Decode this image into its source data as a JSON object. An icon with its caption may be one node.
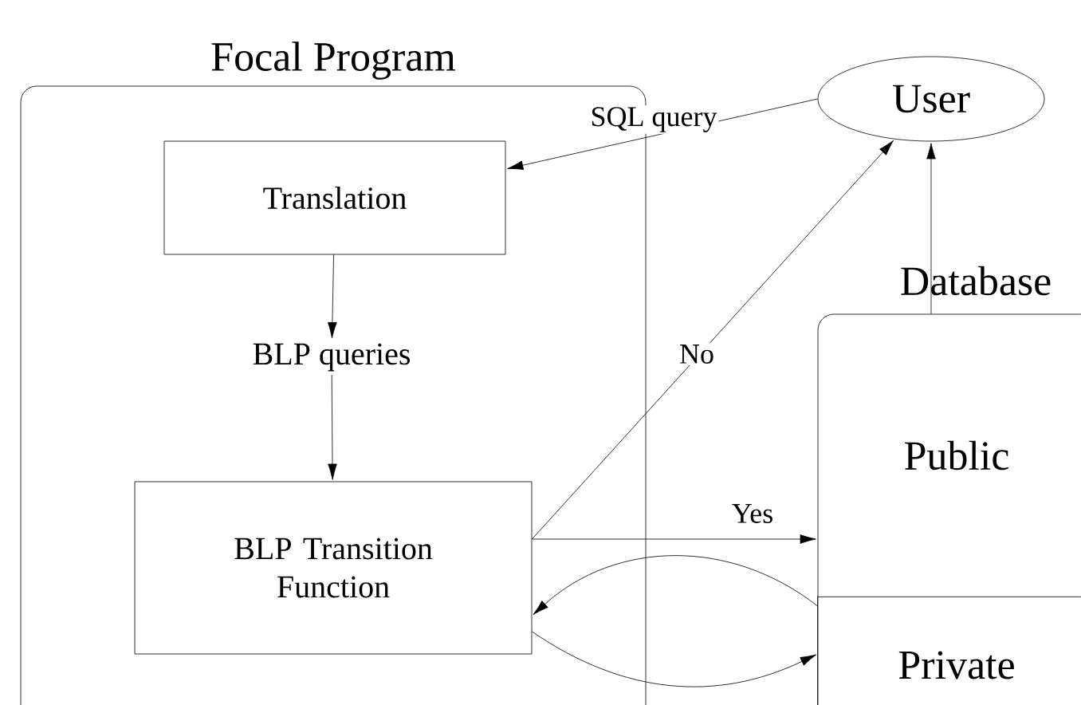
{
  "diagram": {
    "nodes": [
      {
        "text": [
          "Focal Program"
        ]
      },
      {
        "text": [
          "Translation"
        ],
        "in": 0
      },
      {
        "text": [
          "BLP queries"
        ],
        "in": 0
      },
      {
        "text": [
          "BLP Transition Function"
        ],
        "in": 0
      },
      {
        "text": [
          "User"
        ]
      },
      {
        "text": [
          "Database"
        ]
      },
      {
        "text": [
          "Public"
        ],
        "in": 5
      },
      {
        "text": [
          "Private"
        ],
        "in": 5
      }
    ],
    "edges": [
      {
        "from": 4,
        "to": 1,
        "arrow": "to",
        "label": "SQL query"
      },
      {
        "from": 1,
        "to": 2,
        "arrow": "to"
      },
      {
        "from": 2,
        "to": 3,
        "arrow": "to"
      },
      {
        "from": 3,
        "to": 4,
        "arrow": "to",
        "label": "No"
      },
      {
        "from": 3,
        "to": 6,
        "arrow": "to",
        "label": "Yes"
      },
      {
        "from": 7,
        "to": 3,
        "arrow": "to"
      },
      {
        "from": 3,
        "to": 7,
        "arrow": "to"
      },
      {
        "from": 5,
        "to": 4,
        "arrow": "to"
      }
    ]
  }
}
